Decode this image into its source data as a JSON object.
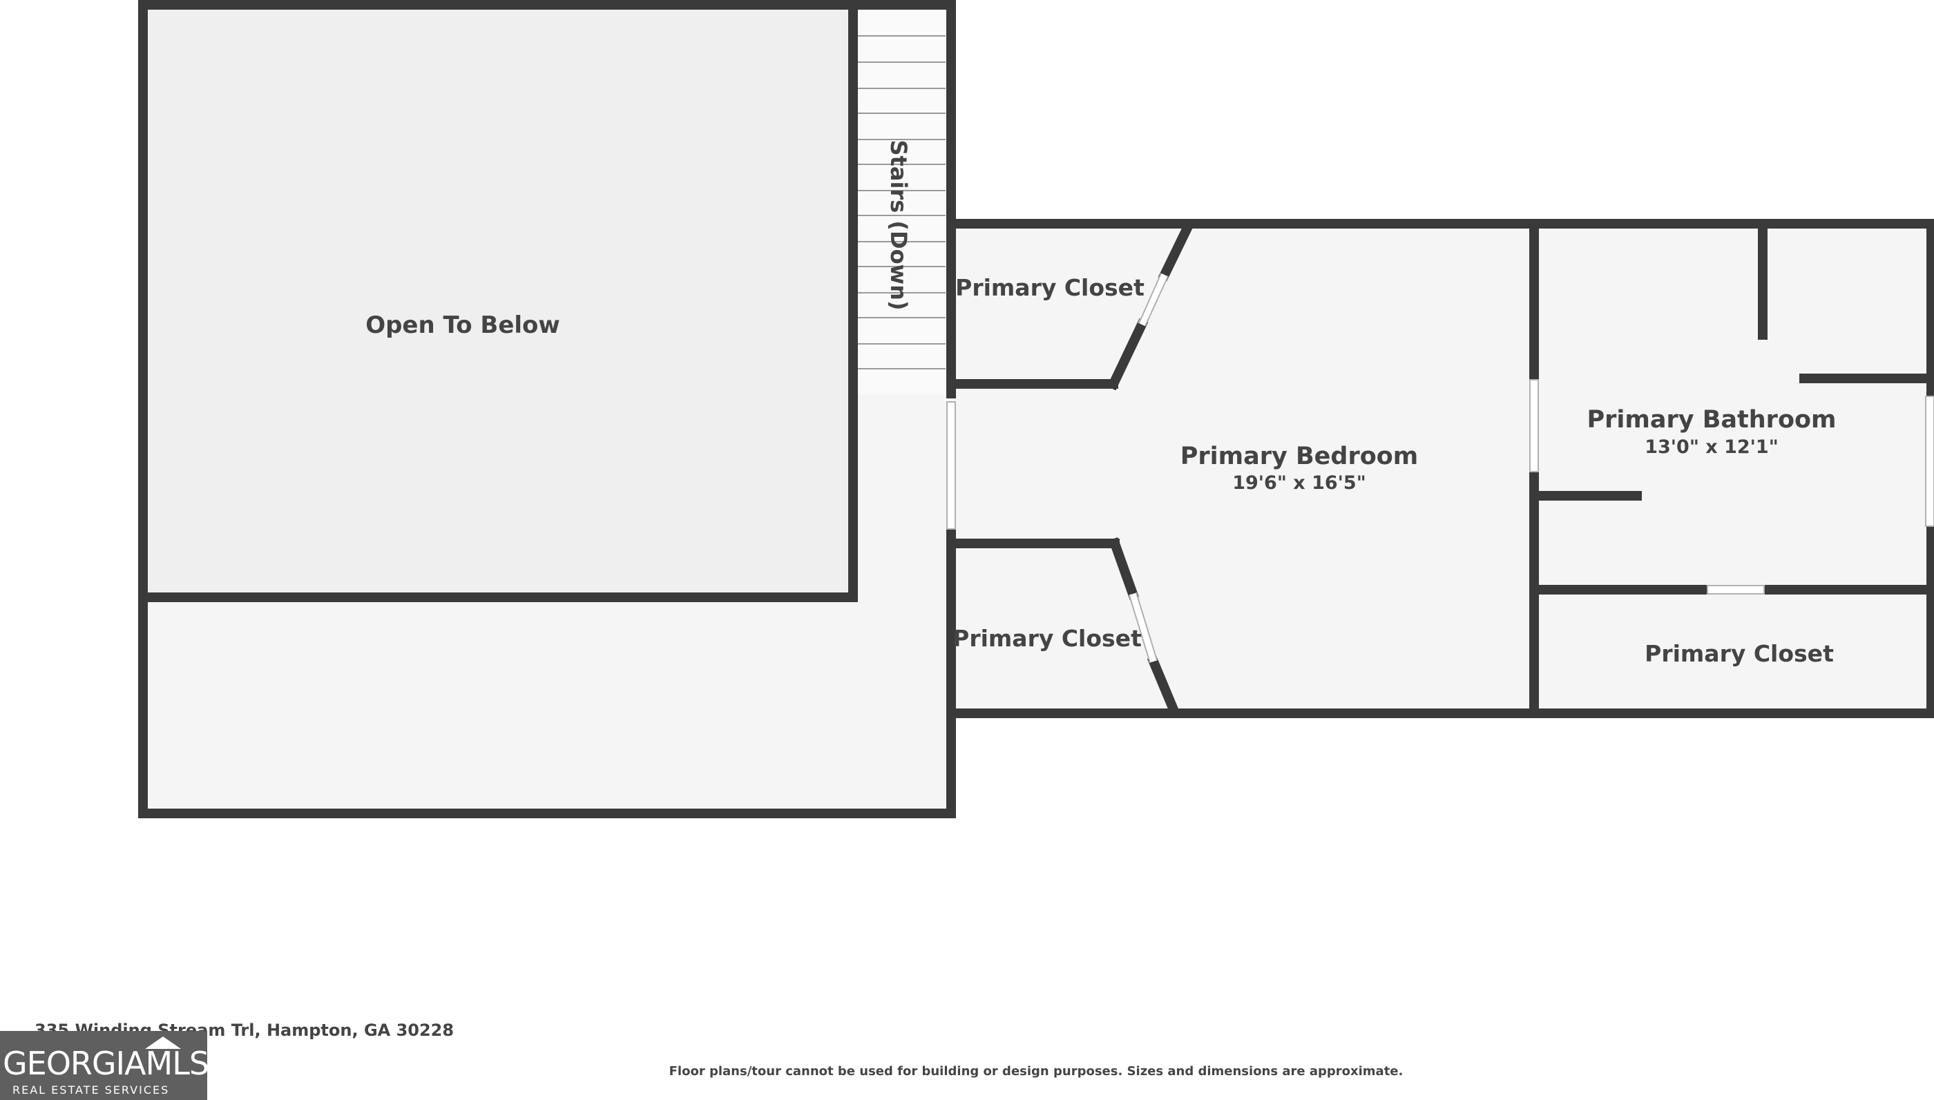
{
  "rooms": {
    "open_to_below": {
      "label": "Open To Below"
    },
    "stairs": {
      "label": "Stairs (Down)"
    },
    "primary_closet_top": {
      "label": "Primary Closet"
    },
    "primary_closet_bottom": {
      "label": "Primary Closet"
    },
    "primary_bedroom": {
      "label": "Primary Bedroom",
      "dimensions": "19'6\" x 16'5\""
    },
    "primary_bathroom": {
      "label": "Primary Bathroom",
      "dimensions": "13'0\" x 12'1\""
    },
    "primary_closet_right": {
      "label": "Primary Closet"
    }
  },
  "footer": {
    "address": "335 Winding Stream Trl, Hampton, GA 30228",
    "disclaimer": "Floor plans/tour cannot be used for building or design purposes. Sizes and dimensions are approximate."
  },
  "logo": {
    "main": "GEORGIAMLS",
    "sub": "REAL ESTATE SERVICES"
  },
  "colors": {
    "wall": "#3a3a3a",
    "floor": "#f5f5f5",
    "open_area": "#efefef",
    "text": "#444444"
  }
}
